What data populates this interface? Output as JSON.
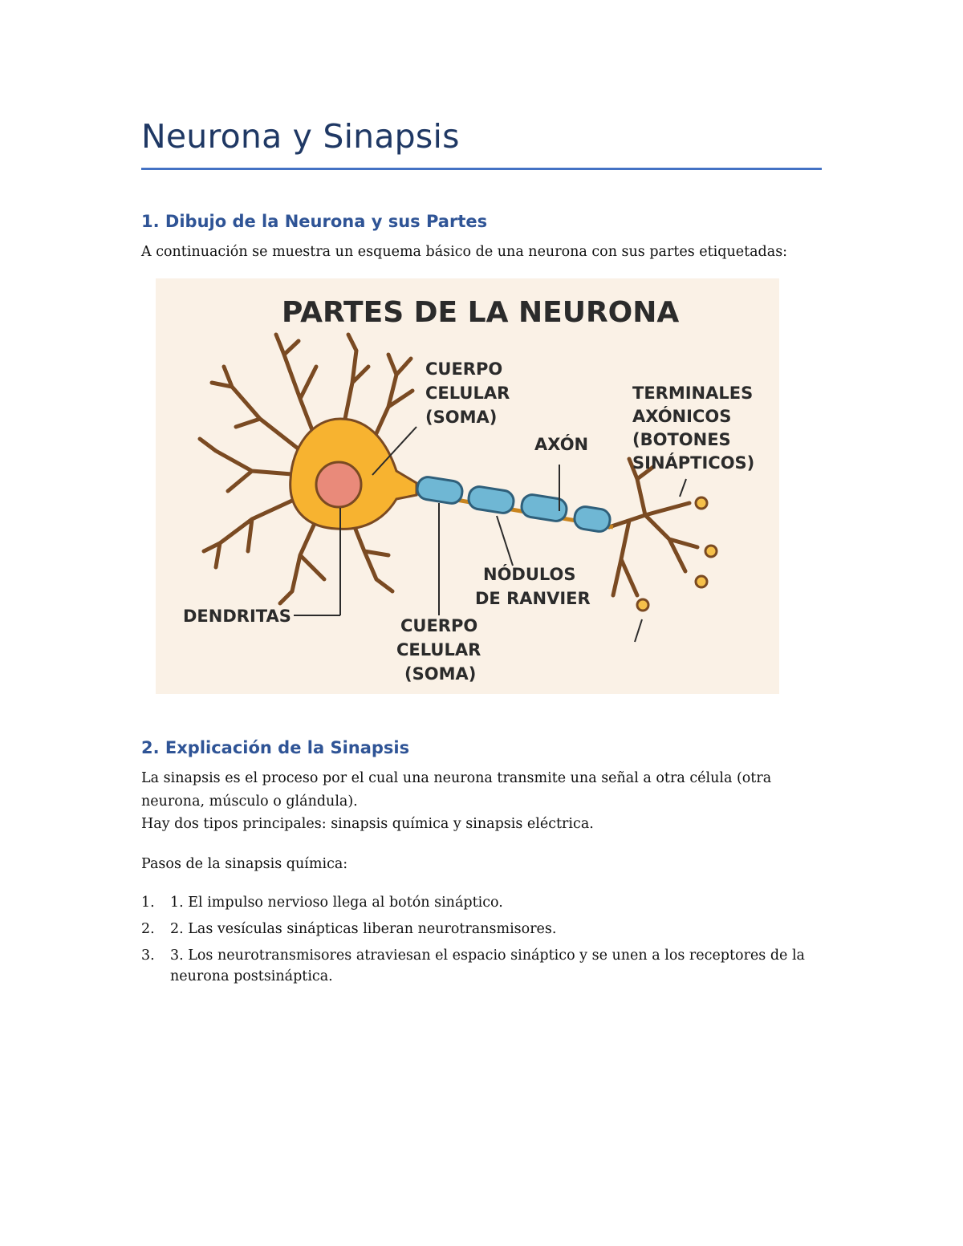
{
  "document": {
    "title": "Neurona y Sinapsis",
    "section1": {
      "heading": "1. Dibujo de la Neurona y sus Partes",
      "intro": "A continuación se muestra un esquema básico de una neurona con sus partes etiquetadas:"
    },
    "figure": {
      "title": "PARTES DE LA NEURONA",
      "labels": {
        "cuerpo_top": [
          "CUERPO",
          "CELULAR",
          "(SOMA)"
        ],
        "terminales": [
          "TERMINALES",
          "AXÓNICOS",
          "(BOTONES",
          "SINÁPTICOS)"
        ],
        "axon": "AXÓN",
        "nodulos": [
          "NÓDULOS",
          "DE RANVIER"
        ],
        "dendritas": "DENDRITAS",
        "cuerpo_bottom": [
          "CUERPO",
          "CELULAR",
          "(SOMA)"
        ]
      },
      "colors": {
        "background": "#faf1e6",
        "soma": "#f7b330",
        "nucleus": "#e98a7a",
        "myelin": "#6fb7d4",
        "dendrite": "#7a4a22"
      }
    },
    "section2": {
      "heading": "2. Explicación de la Sinapsis",
      "para1_line1": "La sinapsis es el proceso por el cual una neurona transmite una señal a otra célula (otra",
      "para1_line2": "neurona, músculo o glándula).",
      "para2": "Hay dos tipos principales: sinapsis química y sinapsis eléctrica.",
      "steps_intro": "Pasos de la sinapsis química:",
      "steps": [
        {
          "num": "1.",
          "text": "1. El impulso nervioso llega al botón sináptico."
        },
        {
          "num": "2.",
          "text": "2. Las vesículas sinápticas liberan neurotransmisores."
        },
        {
          "num": "3.",
          "text": "3. Los neurotransmisores atraviesan el espacio sináptico y se unen a los receptores de la neurona postsináptica."
        }
      ]
    }
  }
}
